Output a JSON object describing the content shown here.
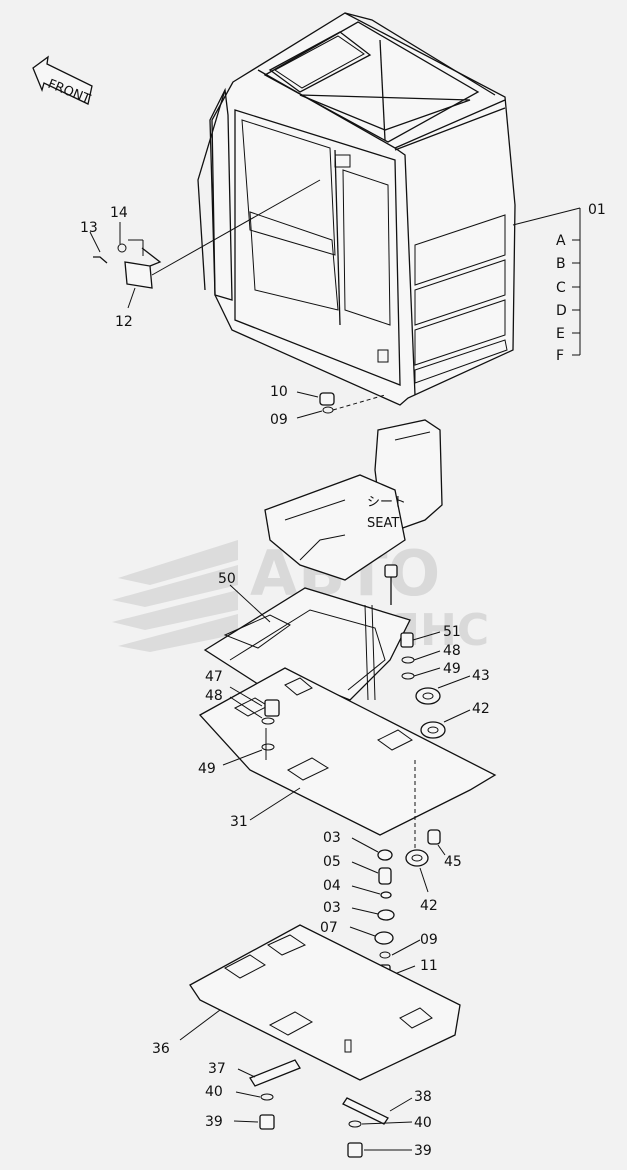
{
  "front_arrow": "FRONT",
  "watermark": {
    "line1": "АВТО",
    "line2": "АЛЬЯНС"
  },
  "seat": {
    "jp": "シート",
    "en": "SEAT"
  },
  "variants": [
    "A",
    "B",
    "C",
    "D",
    "E",
    "F"
  ],
  "callouts": {
    "cab": "01",
    "p13": "13",
    "p14": "14",
    "p12": "12",
    "p10": "10",
    "p09a": "09",
    "p50": "50",
    "p51": "51",
    "p48a": "48",
    "p49a": "49",
    "p43": "43",
    "p42a": "42",
    "p47": "47",
    "p48b": "48",
    "p49b": "49",
    "p31": "31",
    "p03a": "03",
    "p05": "05",
    "p04": "04",
    "p03b": "03",
    "p07": "07",
    "p09b": "09",
    "p11": "11",
    "p45": "45",
    "p42b": "42",
    "p36": "36",
    "p37": "37",
    "p40a": "40",
    "p39a": "39",
    "p38": "38",
    "p40b": "40",
    "p39b": "39"
  }
}
